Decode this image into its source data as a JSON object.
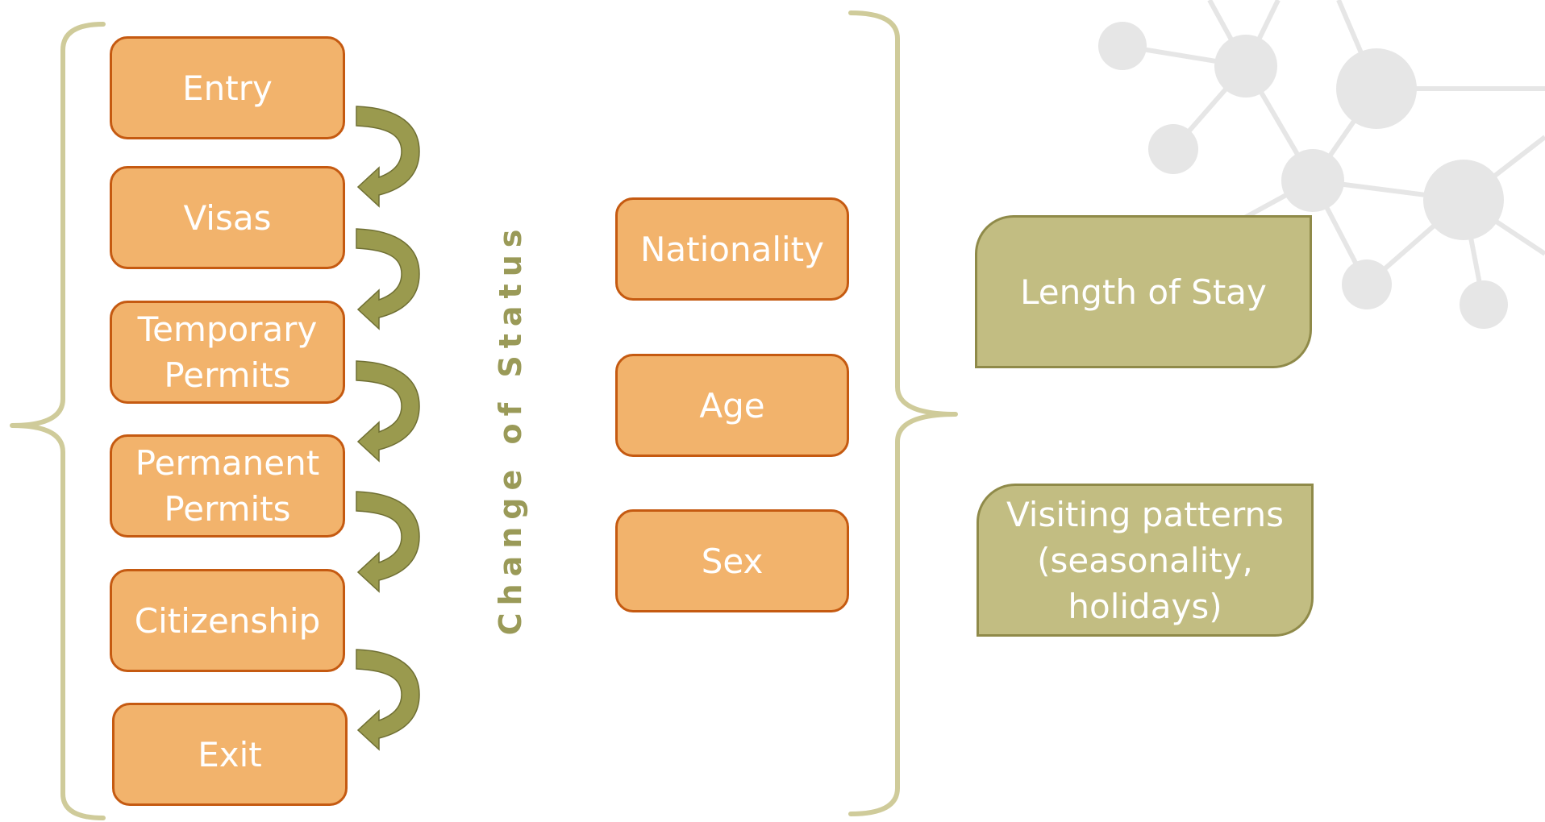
{
  "process_steps": [
    "Entry",
    "Visas",
    "Temporary\nPermits",
    "Permanent\nPermits",
    "Citizenship",
    "Exit"
  ],
  "side_label": "Change of Status",
  "attributes": [
    "Nationality",
    "Age",
    "Sex"
  ],
  "outcomes": [
    "Length of Stay",
    "Visiting patterns\n(seasonality,\nholidays)"
  ],
  "colors": {
    "step_fill": "#f2b36c",
    "step_border": "#c55a11",
    "outcome_fill": "#c2bd82",
    "outcome_border": "#8f8a49",
    "arrow": "#9a9a4e",
    "brace": "#cfcb9a",
    "network_decoration": "#e6e6e6"
  },
  "icons": [
    "curved-arrow-icon",
    "brace-icon",
    "network-nodes-icon"
  ]
}
